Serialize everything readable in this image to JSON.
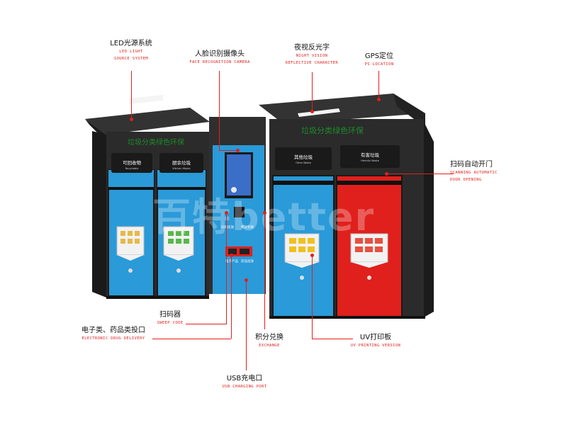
{
  "callouts": {
    "led": {
      "zh": "LED光源系统",
      "en1": "LED LIGHT",
      "en2": "SOURCE SYSTEM"
    },
    "face": {
      "zh": "人脸识别摄像头",
      "en": "FACE RECOGNITION CAMERA"
    },
    "night": {
      "zh": "夜视反光字",
      "en1": "NIGHT VISION",
      "en2": "REFLECTIVE CHARACTER"
    },
    "gps": {
      "zh": "GPS定位",
      "en": "PS LOCATION"
    },
    "scan_door": {
      "zh": "扫码自动开门",
      "en1": "SCANNING AUTOMATIC",
      "en2": "DOOR OPENING"
    },
    "scanner": {
      "zh": "扫码器",
      "en": "SWEEP CODE"
    },
    "drug": {
      "zh": "电子类、药品类投口",
      "en": "ELECTRONIC DRUG DELIVERY"
    },
    "exchange": {
      "zh": "积分兑换",
      "en": "EXCHANGE"
    },
    "uv": {
      "zh": "UV打印板",
      "en": "UV PRINTING VERSION"
    },
    "usb": {
      "zh": "USB充电口",
      "en": "USB CHARGING PORT"
    }
  },
  "machine": {
    "slogan_left": "垃圾分类绿色环保",
    "slogan_right": "垃圾分类绿色环保",
    "bins": [
      {
        "zh": "可回收物",
        "en": "Recyclable"
      },
      {
        "zh": "厨余垃圾",
        "en": "Kitchen Waste"
      },
      {
        "zh": "其他垃圾",
        "en": "Other Waste"
      },
      {
        "zh": "有害垃圾",
        "en": "Harmful Waste"
      }
    ],
    "center_small_1": "扫码投放",
    "center_small_2": "积分兑换",
    "center_small_3": "电子产品",
    "center_small_4": "药品投放",
    "watermark": "百特better"
  },
  "colors": {
    "accent_red": "#e0201c",
    "panel_blue": "#2a9ad8",
    "bin_red": "#e0201c",
    "body_dark": "#2b2b2b"
  }
}
